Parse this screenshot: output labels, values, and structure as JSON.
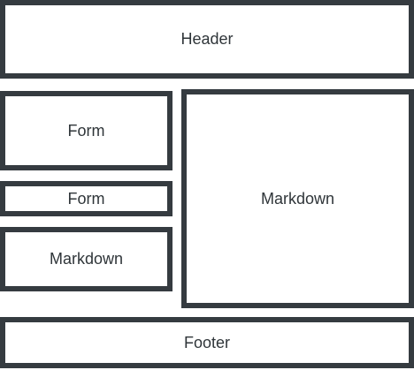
{
  "layout": {
    "header": {
      "label": "Header"
    },
    "sidebar": {
      "blocks": [
        {
          "label": "Form"
        },
        {
          "label": "Form"
        },
        {
          "label": "Markdown"
        }
      ]
    },
    "main": {
      "label": "Markdown"
    },
    "footer": {
      "label": "Footer"
    }
  },
  "colors": {
    "border": "#353b40",
    "text": "#2f3539",
    "background": "#ffffff"
  }
}
